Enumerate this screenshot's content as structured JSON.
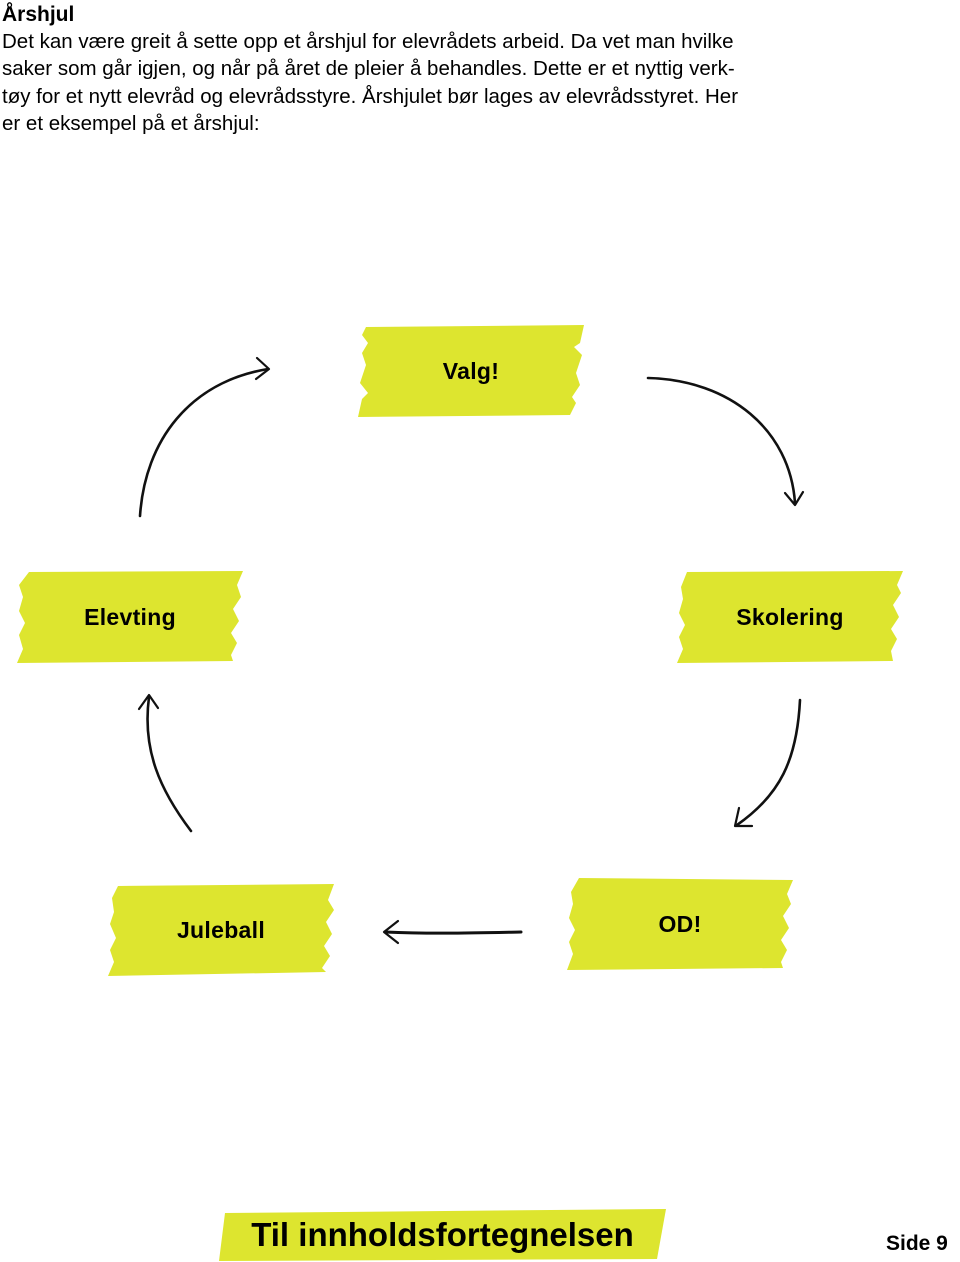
{
  "heading": "Årshjul",
  "intro_lines": [
    "Det kan være greit å sette opp et årshjul for elevrådets arbeid. Da vet man hvilke",
    "saker som går igjen, og når på året de pleier å behandles. Dette er et nyttig verk-",
    "tøy for et nytt elevråd og elevrådsstyre. Årshjulet bør lages av elevrådsstyret. Her",
    "er et eksempel på et årshjul:"
  ],
  "wheel": {
    "tape_color": "#dde52f",
    "labels": {
      "valg": "Valg!",
      "skolering": "Skolering",
      "od": "OD!",
      "juleball": "Juleball",
      "elevting": "Elevting"
    }
  },
  "footer": {
    "toc_link": "Til innholdsfortegnelsen",
    "page_number": "Side 9"
  }
}
